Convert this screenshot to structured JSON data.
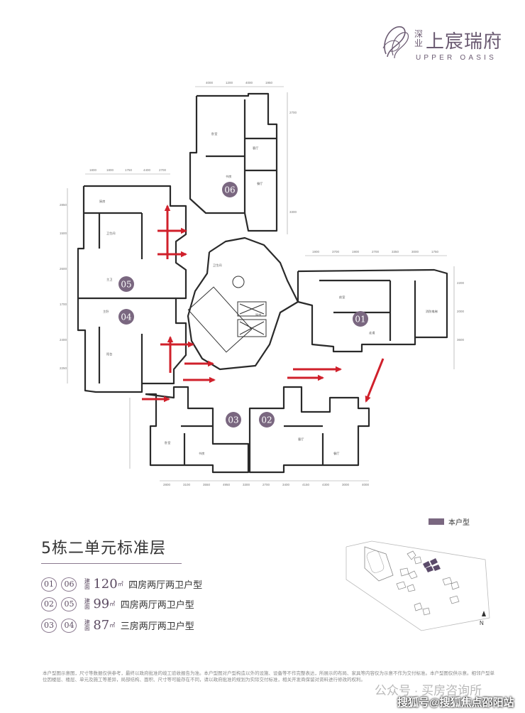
{
  "brand": {
    "name_small": "深业",
    "name_main": "上宸瑞府",
    "name_en": "UPPER OASIS",
    "logo_icon": "interlocked-ribbon-logo-icon",
    "color": "#6b5b72"
  },
  "floor_plan": {
    "unit_labels": [
      "06",
      "05",
      "04",
      "01",
      "03",
      "02"
    ],
    "dimensions": [
      "4000",
      "1200",
      "4000",
      "1950",
      "1800",
      "1800",
      "1750",
      "4400",
      "2700",
      "1900",
      "3700",
      "1900",
      "2700",
      "3350",
      "3000",
      "1750",
      "2850",
      "1500",
      "2600",
      "1700",
      "2400",
      "2250",
      "2200",
      "2000",
      "3600",
      "2800",
      "3100",
      "3550",
      "4950",
      "3300",
      "2700",
      "3400",
      "4150",
      "4300",
      "3000",
      "4000",
      "2700",
      "3300"
    ],
    "room_labels": [
      "卧室",
      "书房",
      "客厅",
      "餐厅",
      "厨房",
      "卫生间",
      "主卫",
      "主卧",
      "阳台",
      "前室",
      "走道",
      "消防电梯"
    ],
    "arrow_color": "#d0202b",
    "unit_marker_color": "#7a6780"
  },
  "legend": {
    "label": "本户型",
    "swatch_color": "#7a6780"
  },
  "title": "5栋二单元标准层",
  "unit_types": [
    {
      "units": [
        "01",
        "06"
      ],
      "area": "120",
      "area_unit": "㎡",
      "tag": "建面",
      "desc": "四房两厅两卫户型"
    },
    {
      "units": [
        "02",
        "05"
      ],
      "area": "99",
      "area_unit": "㎡",
      "tag": "建面",
      "desc": "四房两厅两卫户型"
    },
    {
      "units": [
        "03",
        "04"
      ],
      "area": "87",
      "area_unit": "㎡",
      "tag": "建面",
      "desc": "三房两厅两卫户型"
    }
  ],
  "site_plan": {
    "north_label": "N"
  },
  "disclaimer": "本户型图示意图，尺寸等数据仅供参考，最终以政府批准的竣工验收报告为准。本户型图对户型构造以外的设施、设备等不作完整表达，所展示的布局、家具等内容仅为示意不作为交付标准。本户型图仅供示意。相邻户型单位因楼层、楼层、单元及施工等差异，局部结构、面积、尺寸等可能存在不同，请以政府批准的规划为实际交付标准，相关开发商保留对资料进行修改的权利。",
  "watermarks": {
    "line1": "公众号 · 买房咨询所",
    "line2": "搜狐号@搜狐焦点邵阳站"
  }
}
